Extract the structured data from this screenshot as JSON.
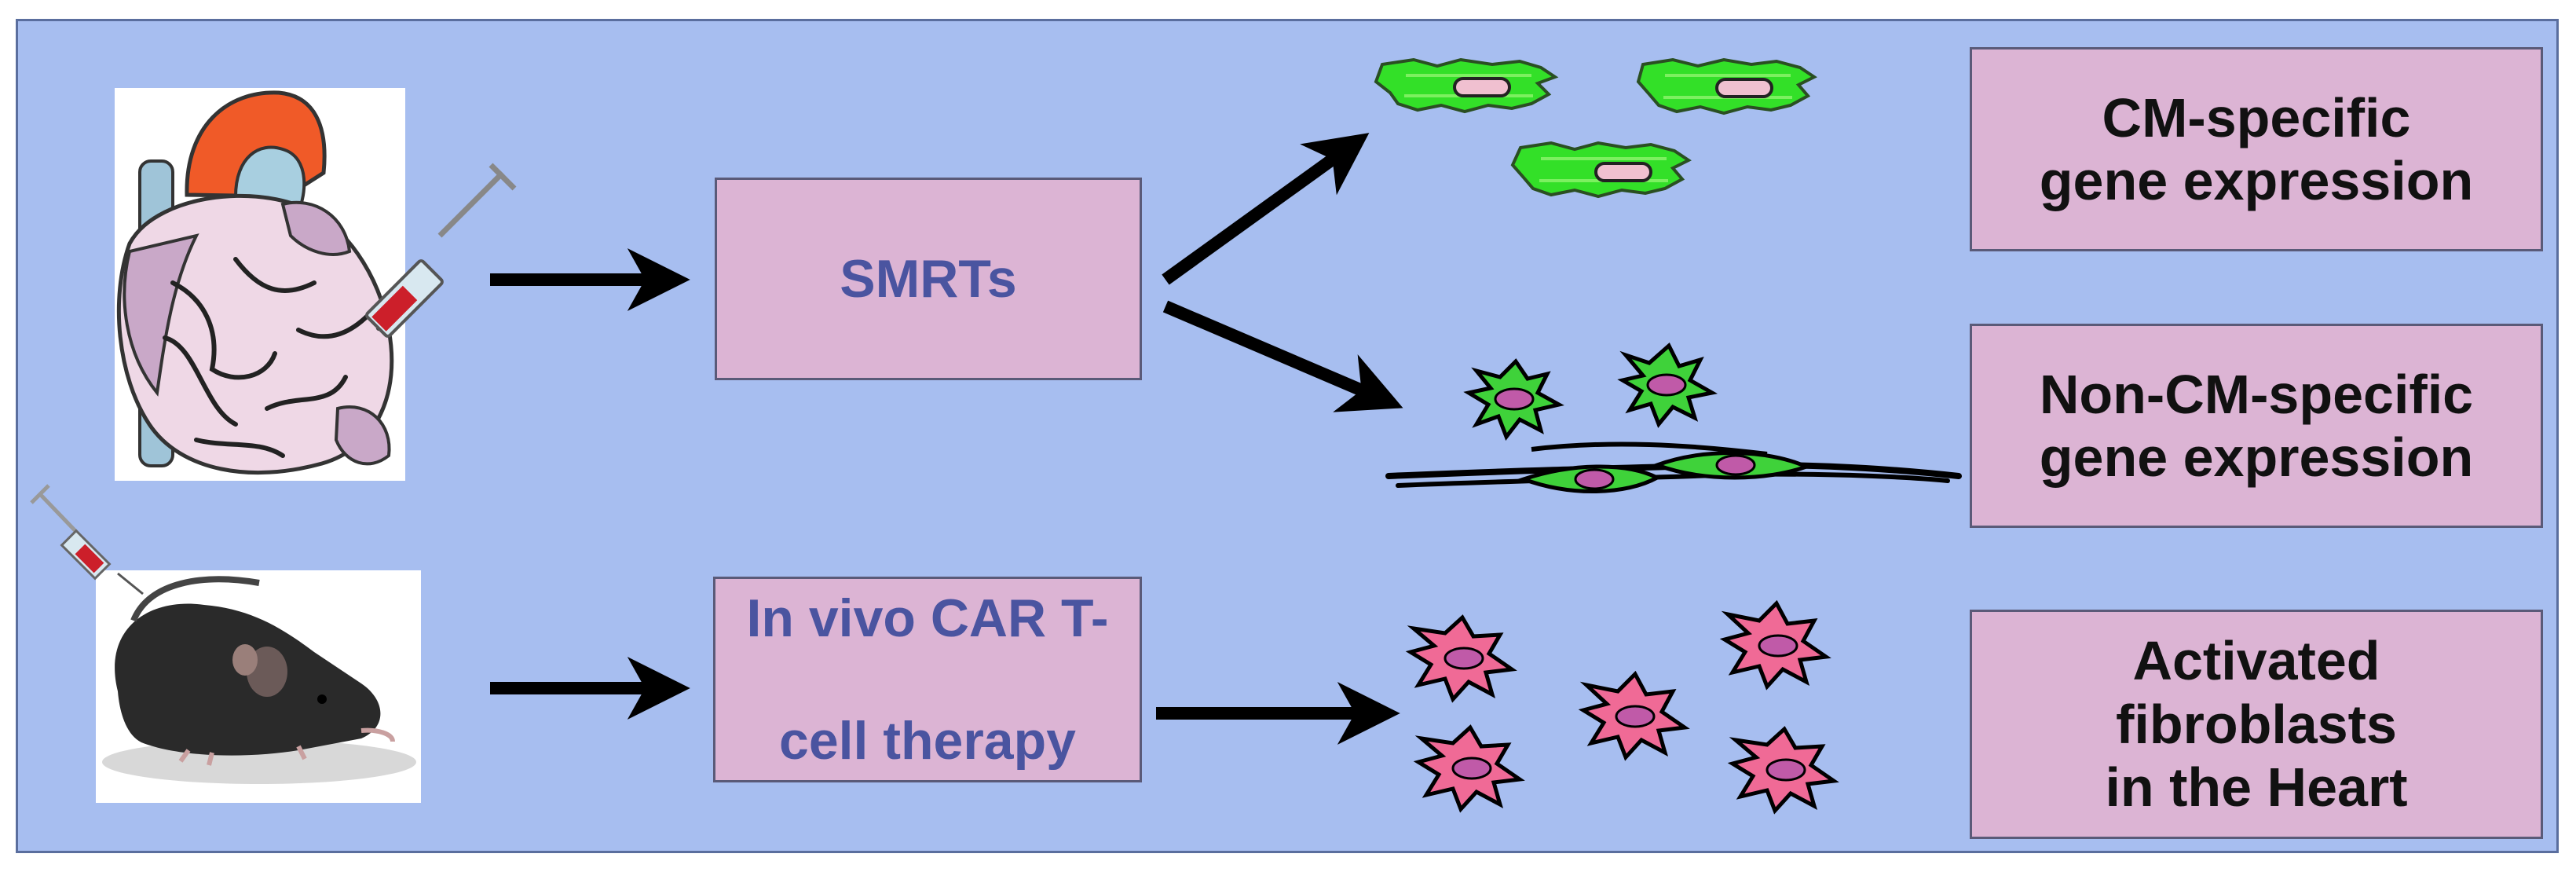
{
  "diagram": {
    "inputs": [
      {
        "name": "heart with syringe",
        "icon": "heart-injection-icon"
      },
      {
        "name": "mouse with syringe",
        "icon": "mouse-injection-icon"
      }
    ],
    "treatments": [
      {
        "lines": [
          "SMRTs"
        ]
      },
      {
        "lines": [
          "In vivo CAR T-",
          "cell therapy"
        ]
      }
    ],
    "outcomes": [
      {
        "lines": [
          "CM-specific",
          "gene expression"
        ]
      },
      {
        "lines": [
          "Non-CM-specific",
          "gene expression"
        ]
      },
      {
        "lines": [
          "Activated",
          "fibroblasts",
          "in the Heart"
        ]
      }
    ],
    "colors": {
      "background": "#a7bef0",
      "box_fill": "#dcb4d4",
      "treatment_text": "#4a54a0",
      "outcome_text": "#111111",
      "cardiomyocyte": "#33e028",
      "fibroblast_green": "#3fd23a",
      "activated_fibroblast": "#f06a96",
      "nucleus": "#c05aa8",
      "arrow": "#000000"
    }
  }
}
